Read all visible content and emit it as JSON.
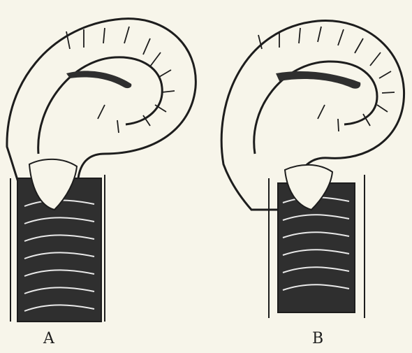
{
  "figure": {
    "labels": {
      "a": "A",
      "b": "B"
    },
    "colors": {
      "paper": "#f7f5ea",
      "ink": "#1d1d1d",
      "dark_fill": "#2f2f2f",
      "highlight": "#e9e9e9"
    },
    "panels": [
      {
        "id": "A",
        "icon": "folded-cap-shape-a"
      },
      {
        "id": "B",
        "icon": "folded-cap-shape-b"
      }
    ]
  }
}
